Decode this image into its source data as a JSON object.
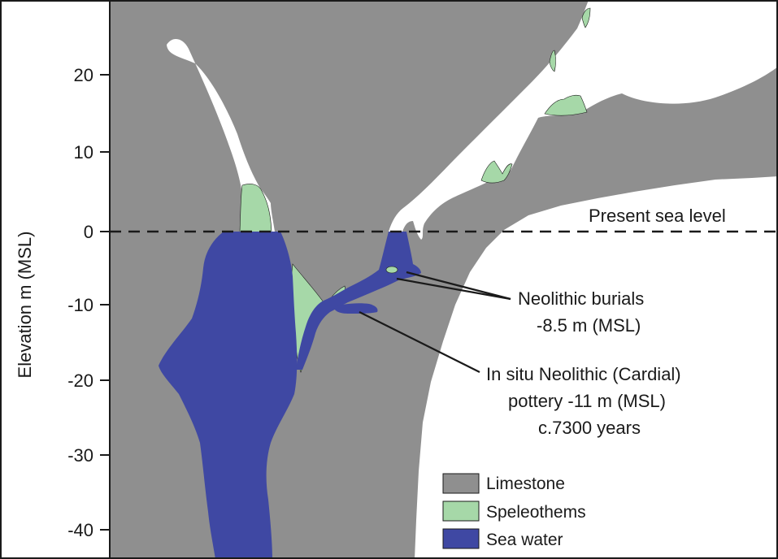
{
  "colors": {
    "limestone": "#8f8f8f",
    "speleothems": "#a6d8a8",
    "sea_water": "#3f48a3",
    "cave_air": "#ffffff",
    "lines": "#1a1a1a"
  },
  "axis": {
    "label": "Elevation m (MSL)",
    "ticks": [
      "20",
      "10",
      "0",
      "-10",
      "-20",
      "-30",
      "-40"
    ]
  },
  "sea_level": {
    "label": "Present sea level",
    "elevation": 0
  },
  "annotations": {
    "burials": {
      "line1": "Neolithic burials",
      "line2": "-8.5 m (MSL)",
      "elevation": -8.5
    },
    "pottery": {
      "line1": "In situ Neolithic (Cardial)",
      "line2": "pottery -11 m (MSL)",
      "line3": "c.7300 years",
      "elevation": -11
    }
  },
  "legend": {
    "items": [
      {
        "label": "Limestone",
        "color_key": "limestone"
      },
      {
        "label": "Speleothems",
        "color_key": "speleothems"
      },
      {
        "label": "Sea water",
        "color_key": "sea_water"
      }
    ]
  }
}
